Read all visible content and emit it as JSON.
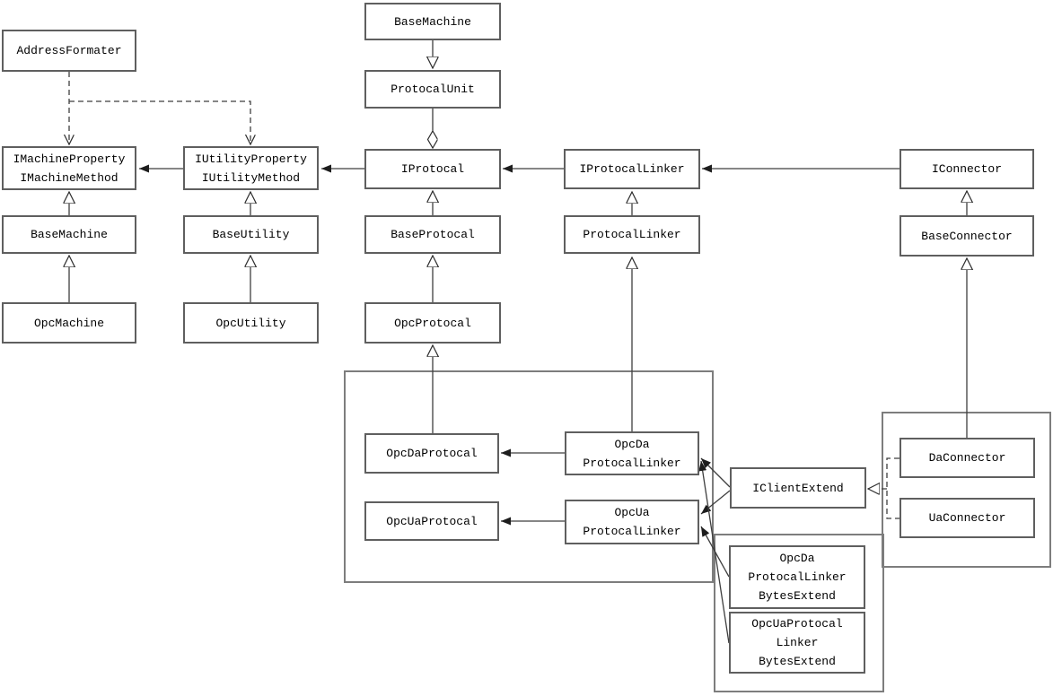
{
  "colors": {
    "background": "#ffffff",
    "line": "#3f3f3f",
    "box_border": "#5f5f5f",
    "container_border": "#7d7d7d",
    "text": "#000000"
  },
  "nodes": {
    "address_formater": {
      "label": "AddressFormater"
    },
    "base_machine_top": {
      "label": "BaseMachine"
    },
    "protocal_unit": {
      "label": "ProtocalUnit"
    },
    "i_machine": {
      "label": "IMachineProperty\nIMachineMethod"
    },
    "i_utility": {
      "label": "IUtilityProperty\nIUtilityMethod"
    },
    "i_protocal": {
      "label": "IProtocal"
    },
    "i_protocal_linker": {
      "label": "IProtocalLinker"
    },
    "i_connector": {
      "label": "IConnector"
    },
    "base_machine": {
      "label": "BaseMachine"
    },
    "base_utility": {
      "label": "BaseUtility"
    },
    "base_protocal": {
      "label": "BaseProtocal"
    },
    "protocal_linker": {
      "label": "ProtocalLinker"
    },
    "base_connector": {
      "label": "BaseConnector"
    },
    "opc_machine": {
      "label": "OpcMachine"
    },
    "opc_utility": {
      "label": "OpcUtility"
    },
    "opc_protocal": {
      "label": "OpcProtocal"
    },
    "opc_da_protocal": {
      "label": "OpcDaProtocal"
    },
    "opc_ua_protocal": {
      "label": "OpcUaProtocal"
    },
    "opc_da_protocal_linker": {
      "label": "OpcDa\nProtocalLinker"
    },
    "opc_ua_protocal_linker": {
      "label": "OpcUa\nProtocalLinker"
    },
    "i_client_extend": {
      "label": "IClientExtend"
    },
    "da_connector": {
      "label": "DaConnector"
    },
    "ua_connector": {
      "label": "UaConnector"
    },
    "opc_da_protocal_linker_bytes_extend": {
      "label": "OpcDa\nProtocalLinker\nBytesExtend"
    },
    "opc_ua_protocal_linker_bytes_extend": {
      "label": "OpcUaProtocal\nLinker\nBytesExtend"
    }
  }
}
